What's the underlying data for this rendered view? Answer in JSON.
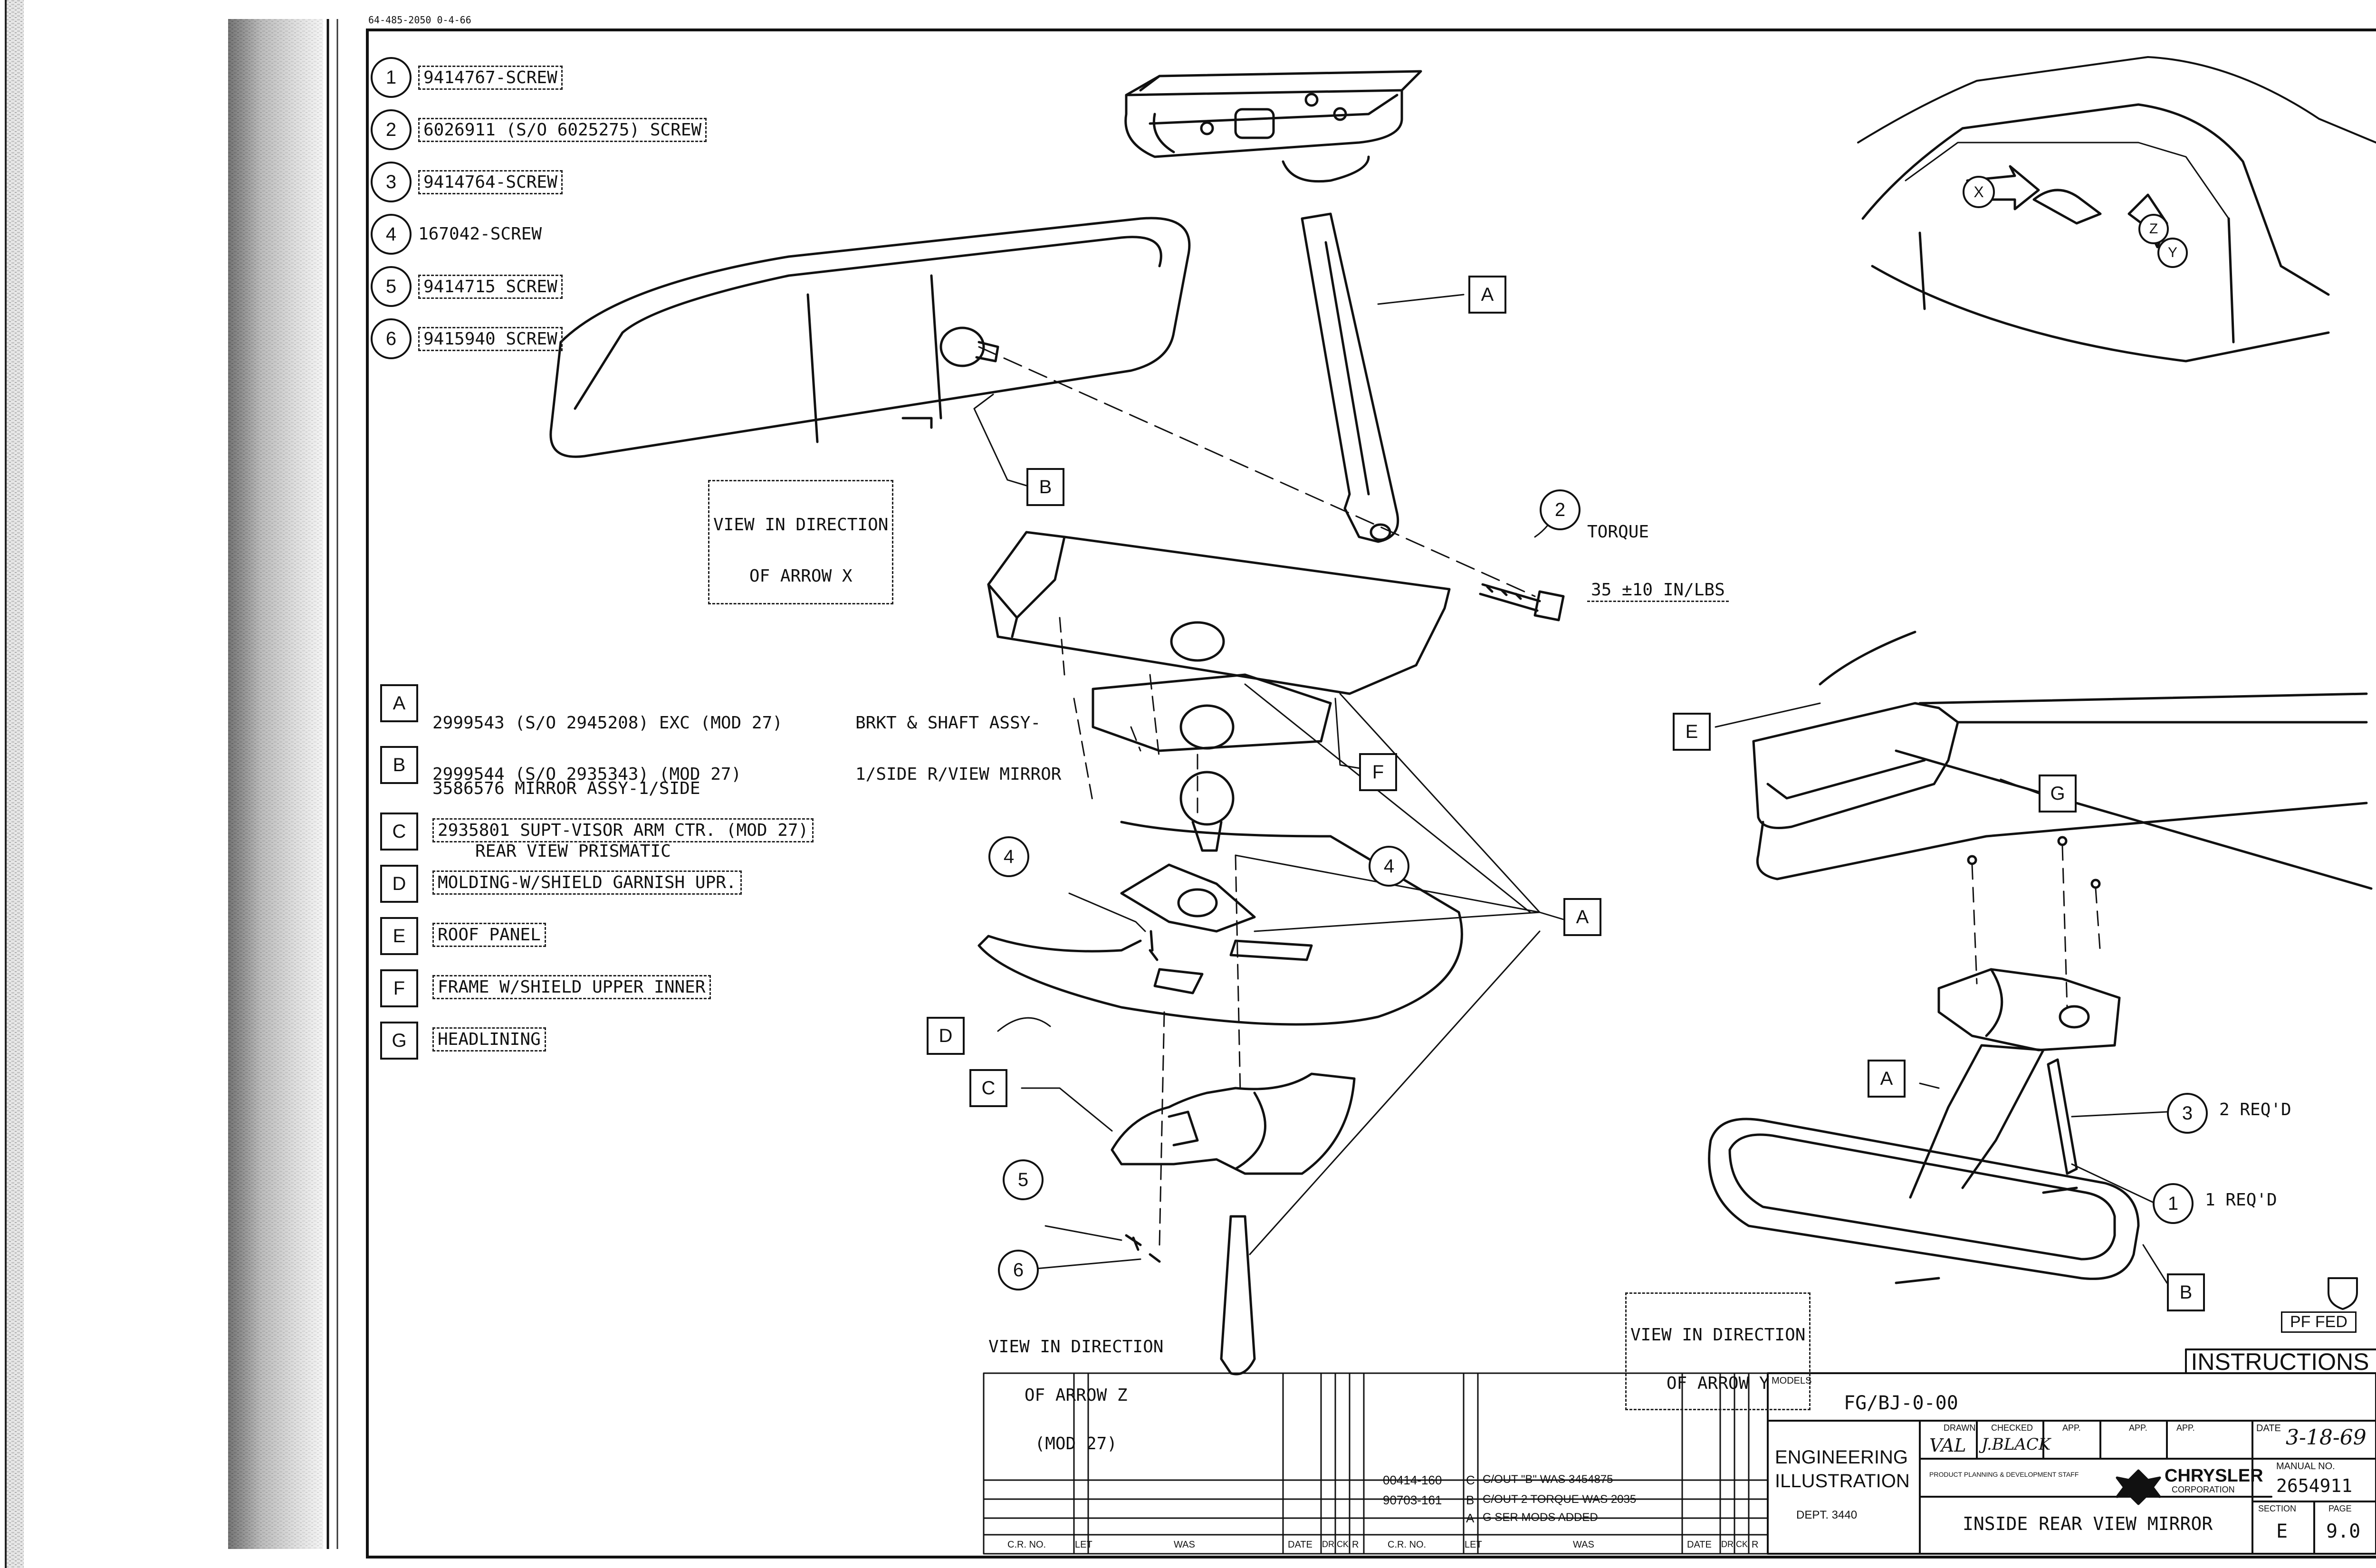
{
  "header_code": "64-485-2050 0-4-66",
  "parts_list": [
    {
      "num": "1",
      "text": "9414767-SCREW"
    },
    {
      "num": "2",
      "text": "6026911 (S/O 6025275) SCREW"
    },
    {
      "num": "3",
      "text": "9414764-SCREW"
    },
    {
      "num": "4",
      "text": "167042-SCREW"
    },
    {
      "num": "5",
      "text": "9414715 SCREW"
    },
    {
      "num": "6",
      "text": "9415940 SCREW"
    }
  ],
  "assembly_list": [
    {
      "letter": "A",
      "line1": "2999543 (S/O 2945208) EXC (MOD 27)",
      "line2": "2999544 (S/O 2935343) (MOD 27)",
      "desc1": "BRKT & SHAFT ASSY-",
      "desc2": "1/SIDE R/VIEW MIRROR"
    },
    {
      "letter": "B",
      "line1": "3586576 MIRROR ASSY-1/SIDE",
      "line2": "REAR VIEW PRISMATIC"
    },
    {
      "letter": "C",
      "line1": "2935801 SUPT-VISOR ARM CTR. (MOD 27)"
    },
    {
      "letter": "D",
      "line1": "MOLDING-W/SHIELD GARNISH UPR."
    },
    {
      "letter": "E",
      "line1": "ROOF PANEL"
    },
    {
      "letter": "F",
      "line1": "FRAME W/SHIELD UPPER INNER"
    },
    {
      "letter": "G",
      "line1": "HEADLINING"
    }
  ],
  "views": {
    "arrow_x": [
      "VIEW IN DIRECTION",
      "OF ARROW X"
    ],
    "arrow_z": [
      "VIEW IN DIRECTION",
      "OF ARROW Z",
      "(MOD 27)"
    ],
    "arrow_y": [
      "VIEW IN DIRECTION",
      "OF ARROW Y"
    ]
  },
  "torque": [
    "TORQUE",
    "35 ±10 IN/LBS"
  ],
  "callouts": {
    "A": "A",
    "B": "B",
    "C": "C",
    "D": "D",
    "E": "E",
    "F": "F",
    "G": "G",
    "n1": "1",
    "n2": "2",
    "n3": "3",
    "n4": "4",
    "n5": "5",
    "n6": "6",
    "X": "X",
    "Y": "Y",
    "Z": "Z"
  },
  "req": {
    "three": "2 REQ'D",
    "one": "1 REQ'D"
  },
  "pf_fed": "PF FED",
  "instructions": "INSTRUCTIONS",
  "title_block": {
    "models_label": "MODELS",
    "models": "FG/BJ-0-00",
    "drawn_label": "DRAWN",
    "drawn": "VAL",
    "checked_label": "CHECKED",
    "checked": "J.BLACK",
    "app_label": "APP.",
    "date_label": "DATE",
    "date": "3-18-69",
    "manual_label": "MANUAL NO.",
    "manual_no": "2654911",
    "dept_title_1": "ENGINEERING",
    "dept_title_2": "ILLUSTRATION",
    "staff": "PRODUCT PLANNING & DEVELOPMENT STAFF",
    "brand": "CHRYSLER",
    "brand_sub": "CORPORATION",
    "dept": "DEPT. 3440",
    "drawing_title": "INSIDE REAR VIEW MIRROR",
    "section_label": "SECTION",
    "section": "E",
    "page_label": "PAGE",
    "page": "9.0"
  },
  "revisions": [
    {
      "cr_no": "00414-160",
      "let": "C",
      "was": "C/OUT \"B\" WAS 3454875"
    },
    {
      "cr_no": "90703-161",
      "let": "B",
      "was": "C/OUT 2 TORQUE WAS 2035"
    },
    {
      "cr_no": "",
      "let": "A",
      "was": "G SER MODS ADDED"
    }
  ],
  "rev_headers": {
    "cr_no": "C.R. NO.",
    "let": "LET",
    "was": "WAS",
    "date": "DATE",
    "drck": "DRICK",
    "r": "R"
  }
}
